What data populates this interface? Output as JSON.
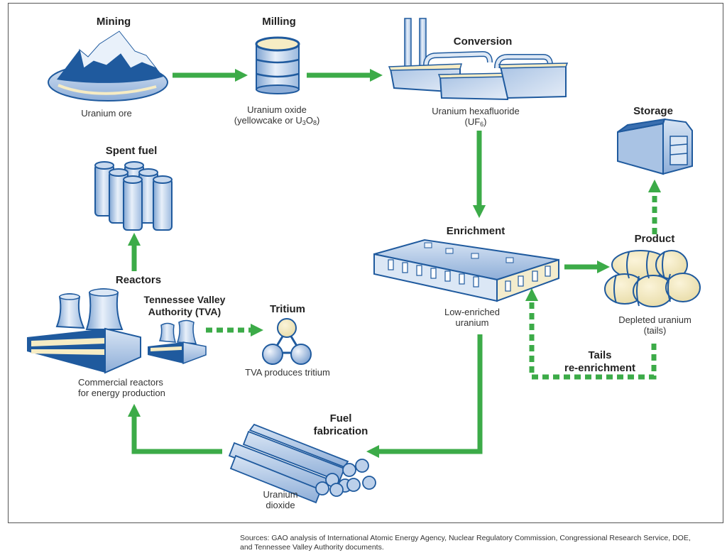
{
  "diagram": {
    "type": "process-flow",
    "subject": "Nuclear fuel cycle",
    "stages": [
      {
        "id": "mining",
        "title": "Mining",
        "caption": "Uranium ore"
      },
      {
        "id": "milling",
        "title": "Milling",
        "caption_line1": "Uranium oxide",
        "caption_line2_prefix": "(yellowcake or U",
        "caption_line2_sub1": "3",
        "caption_line2_mid": "O",
        "caption_line2_sub2": "8",
        "caption_line2_suffix": ")"
      },
      {
        "id": "conversion",
        "title": "Conversion",
        "caption_line1": "Uranium hexafluoride",
        "caption_line2_prefix": "(UF",
        "caption_line2_sub": "6",
        "caption_line2_suffix": ")"
      },
      {
        "id": "enrichment",
        "title": "Enrichment",
        "caption_line1": "Low-enriched",
        "caption_line2": "uranium"
      },
      {
        "id": "product",
        "title": "Product",
        "caption_line1": "Depleted uranium",
        "caption_line2": "(tails)"
      },
      {
        "id": "storage",
        "title": "Storage"
      },
      {
        "id": "fuel-fabrication",
        "title_line1": "Fuel",
        "title_line2": "fabrication",
        "caption_line1": "Uranium",
        "caption_line2": "dioxide"
      },
      {
        "id": "reactors",
        "title": "Reactors",
        "caption_line1": "Commercial reactors",
        "caption_line2": "for energy production"
      },
      {
        "id": "tva",
        "title_line1": "Tennessee Valley",
        "title_line2": "Authority (TVA)"
      },
      {
        "id": "tritium",
        "title": "Tritium",
        "caption": "TVA produces tritium"
      },
      {
        "id": "spent-fuel",
        "title": "Spent fuel"
      }
    ],
    "flows": [
      {
        "from": "mining",
        "to": "milling",
        "style": "solid"
      },
      {
        "from": "milling",
        "to": "conversion",
        "style": "solid"
      },
      {
        "from": "conversion",
        "to": "enrichment",
        "style": "solid"
      },
      {
        "from": "enrichment",
        "to": "product",
        "style": "solid"
      },
      {
        "from": "product",
        "to": "storage",
        "style": "dashed"
      },
      {
        "from": "product",
        "to": "enrichment",
        "style": "dashed",
        "label_line1": "Tails",
        "label_line2": "re-enrichment"
      },
      {
        "from": "enrichment",
        "to": "fuel-fabrication",
        "style": "solid"
      },
      {
        "from": "fuel-fabrication",
        "to": "reactors",
        "style": "solid"
      },
      {
        "from": "reactors",
        "to": "spent-fuel",
        "style": "solid"
      },
      {
        "from": "tva",
        "to": "tritium",
        "style": "dashed"
      }
    ]
  },
  "colors": {
    "arrow": "#3cab48",
    "illustration_dark": "#1f5a9e",
    "illustration_light": "#b9cfe8",
    "illustration_accent": "#f6ecc4",
    "frame": "#555555"
  },
  "sources": {
    "line1": "Sources: GAO analysis of International Atomic Energy Agency, Nuclear Regulatory Commission, Congressional Research Service, DOE,",
    "line2": "and Tennessee Valley Authority documents."
  }
}
